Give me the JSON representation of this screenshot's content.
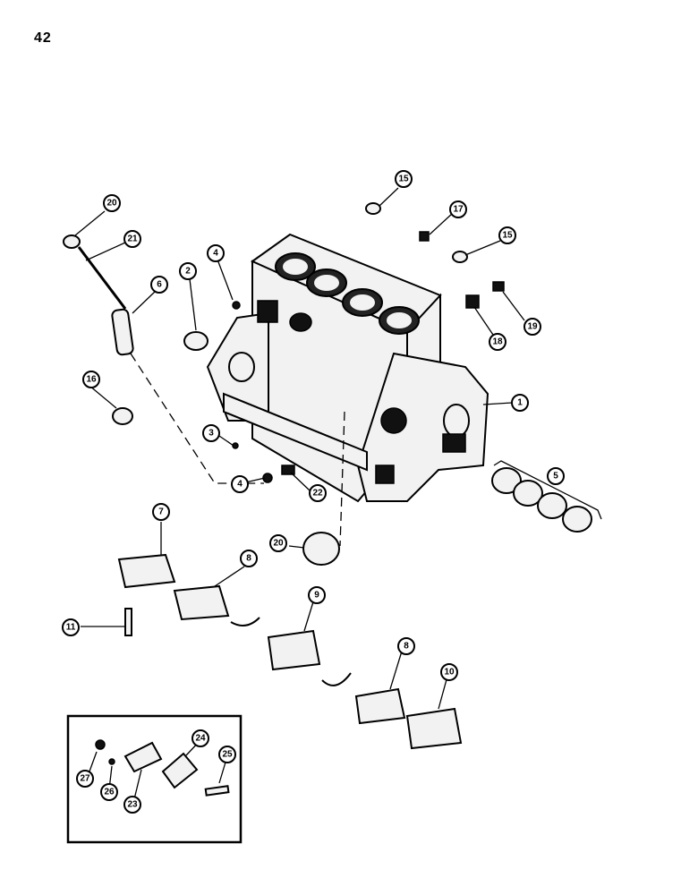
{
  "page": {
    "number": "42"
  },
  "callouts": [
    {
      "id": "c1",
      "label": "1"
    },
    {
      "id": "c2",
      "label": "2"
    },
    {
      "id": "c3",
      "label": "3"
    },
    {
      "id": "c4a",
      "label": "4"
    },
    {
      "id": "c4b",
      "label": "4"
    },
    {
      "id": "c5",
      "label": "5"
    },
    {
      "id": "c6",
      "label": "6"
    },
    {
      "id": "c7",
      "label": "7"
    },
    {
      "id": "c8a",
      "label": "8"
    },
    {
      "id": "c8b",
      "label": "8"
    },
    {
      "id": "c9",
      "label": "9"
    },
    {
      "id": "c10",
      "label": "10"
    },
    {
      "id": "c11",
      "label": "11"
    },
    {
      "id": "c15a",
      "label": "15"
    },
    {
      "id": "c15b",
      "label": "15"
    },
    {
      "id": "c16",
      "label": "16"
    },
    {
      "id": "c17",
      "label": "17"
    },
    {
      "id": "c18",
      "label": "18"
    },
    {
      "id": "c19",
      "label": "19"
    },
    {
      "id": "c20a",
      "label": "20"
    },
    {
      "id": "c20b",
      "label": "20"
    },
    {
      "id": "c21",
      "label": "21"
    },
    {
      "id": "c22",
      "label": "22"
    },
    {
      "id": "c23",
      "label": "23"
    },
    {
      "id": "c24",
      "label": "24"
    },
    {
      "id": "c25",
      "label": "25"
    },
    {
      "id": "c26",
      "label": "26"
    },
    {
      "id": "c27",
      "label": "27"
    }
  ]
}
